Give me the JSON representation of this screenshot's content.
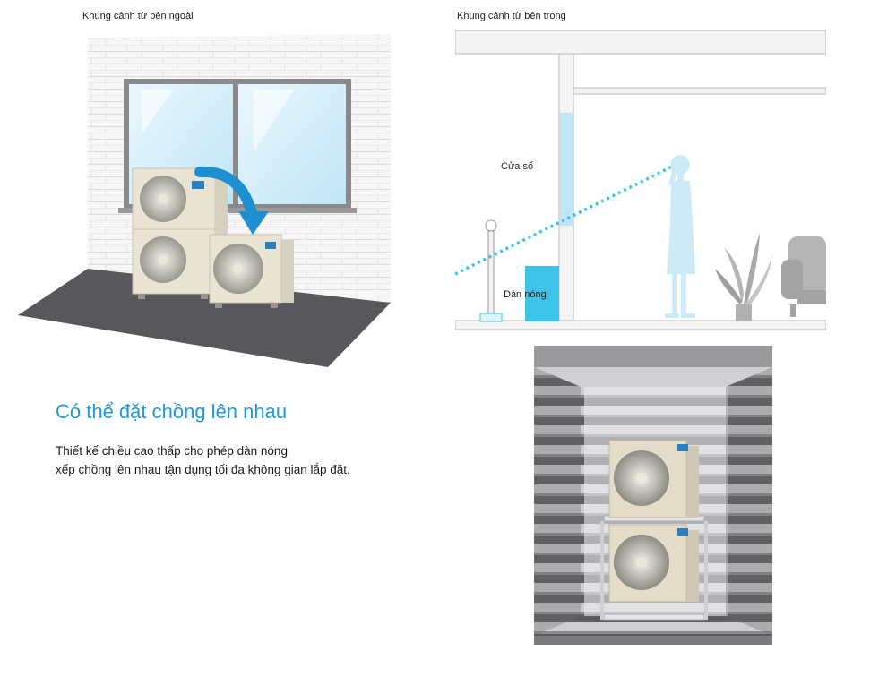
{
  "outside_view": {
    "caption": "Khung cảnh từ bên ngoài"
  },
  "inside_view": {
    "caption": "Khung cảnh từ bên trong",
    "window_label": "Cửa sổ",
    "unit_label": "Dàn nóng"
  },
  "feature": {
    "title": "Có thể đặt chồng lên nhau",
    "description_lines": [
      "Thiết kế chiều cao thấp cho phép dàn nóng",
      "xếp chồng lên nhau tận dụng tối đa không gian lắp đặt."
    ]
  },
  "colors": {
    "accent": "#1e9bd7",
    "unit_blue": "#3ec4ea",
    "window_blue": "#bfe6f6",
    "person": "#cdeaf7",
    "ground": "#58585b"
  }
}
